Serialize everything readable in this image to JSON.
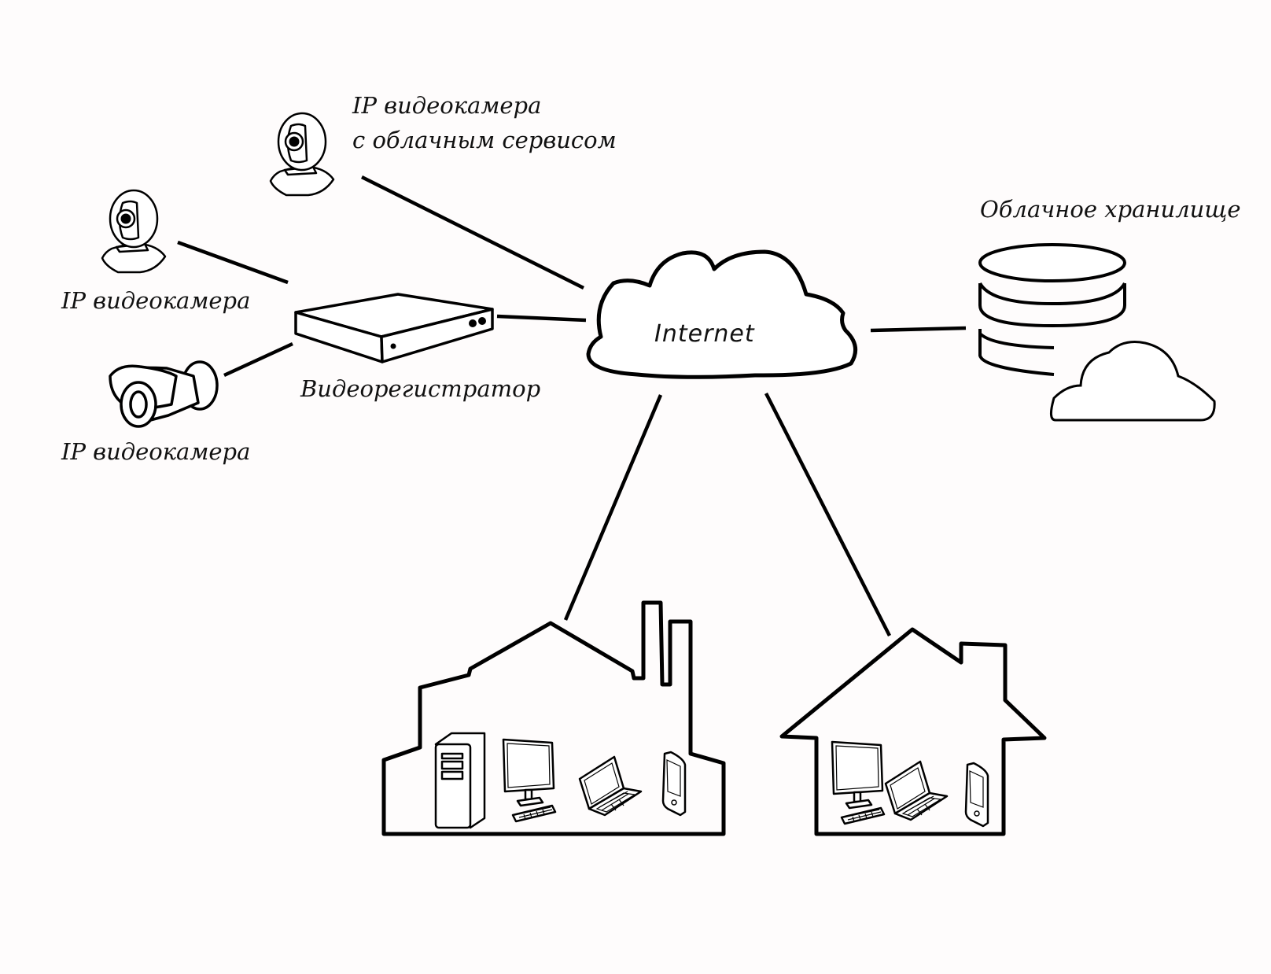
{
  "diagram": {
    "background": "#fefcfc",
    "stroke_color": "#000000",
    "nodes": {
      "cloud_camera": {
        "label_line1": "IP видеокамера",
        "label_line2": "с облачным сервисом",
        "icon": "webcam-icon"
      },
      "ip_camera_1": {
        "label": "IP видеокамера",
        "icon": "webcam-icon"
      },
      "ip_camera_2": {
        "label": "IP видеокамера",
        "icon": "bullet-camera-icon"
      },
      "dvr": {
        "label": "Видеорегистратор",
        "icon": "dvr-icon"
      },
      "internet": {
        "label": "Internet",
        "icon": "cloud-icon"
      },
      "cloud_storage": {
        "label": "Облачное хранилище",
        "icon": "database-cloud-icon"
      },
      "office": {
        "icon": "factory-building-icon",
        "devices": [
          "desktop-tower",
          "monitor-keyboard",
          "laptop",
          "smartphone"
        ]
      },
      "home": {
        "icon": "house-icon",
        "devices": [
          "monitor-keyboard",
          "laptop",
          "smartphone"
        ]
      }
    },
    "edges": [
      {
        "from": "cloud_camera",
        "to": "internet"
      },
      {
        "from": "ip_camera_1",
        "to": "dvr"
      },
      {
        "from": "ip_camera_2",
        "to": "dvr"
      },
      {
        "from": "dvr",
        "to": "internet"
      },
      {
        "from": "internet",
        "to": "cloud_storage"
      },
      {
        "from": "internet",
        "to": "office"
      },
      {
        "from": "internet",
        "to": "home"
      }
    ]
  }
}
